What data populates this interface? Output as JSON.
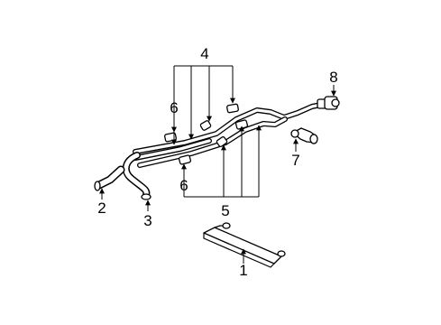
{
  "callouts": [
    {
      "id": "1",
      "label": "1"
    },
    {
      "id": "2",
      "label": "2"
    },
    {
      "id": "3",
      "label": "3"
    },
    {
      "id": "4",
      "label": "4"
    },
    {
      "id": "5",
      "label": "5"
    },
    {
      "id": "6a",
      "label": "6"
    },
    {
      "id": "6b",
      "label": "6"
    },
    {
      "id": "7",
      "label": "7"
    },
    {
      "id": "8",
      "label": "8"
    }
  ],
  "colors": {
    "line": "#000000",
    "background": "#ffffff"
  }
}
